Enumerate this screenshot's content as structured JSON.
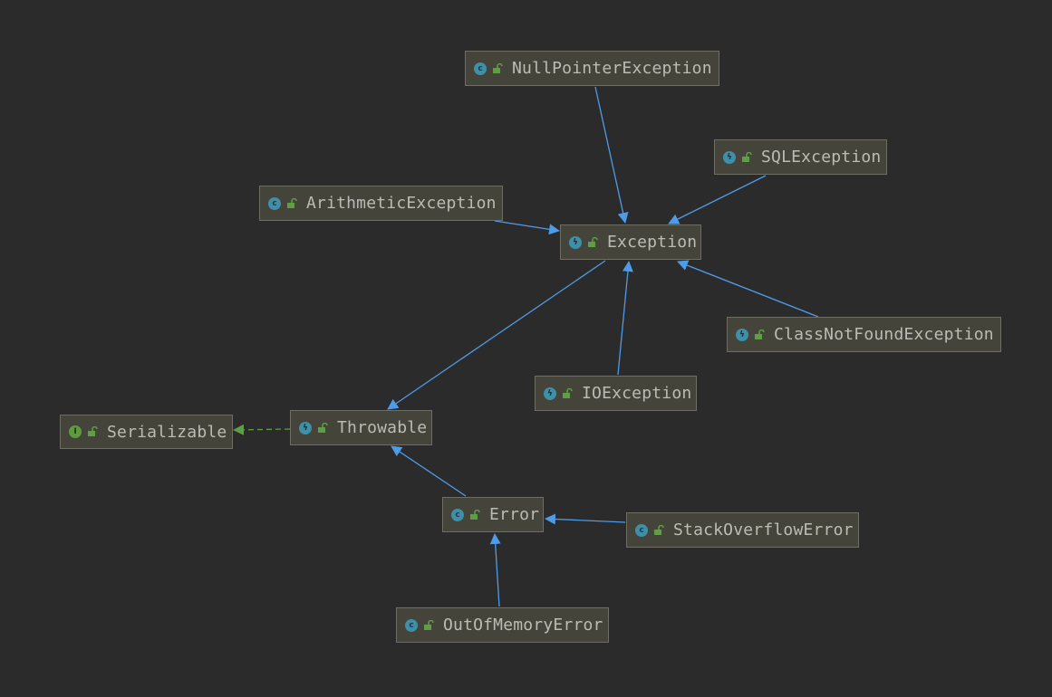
{
  "diagram": {
    "nodes": [
      {
        "id": "npe",
        "label": "NullPointerException",
        "kind": "class",
        "icon": "class-icon"
      },
      {
        "id": "sql",
        "label": "SQLException",
        "kind": "exception",
        "icon": "exception-class-icon"
      },
      {
        "id": "arith",
        "label": "ArithmeticException",
        "kind": "class",
        "icon": "class-icon"
      },
      {
        "id": "exception",
        "label": "Exception",
        "kind": "exception",
        "icon": "exception-class-icon"
      },
      {
        "id": "cnf",
        "label": "ClassNotFoundException",
        "kind": "exception",
        "icon": "exception-class-icon"
      },
      {
        "id": "io",
        "label": "IOException",
        "kind": "exception",
        "icon": "exception-class-icon"
      },
      {
        "id": "serializable",
        "label": "Serializable",
        "kind": "interface",
        "icon": "interface-icon"
      },
      {
        "id": "throwable",
        "label": "Throwable",
        "kind": "exception",
        "icon": "exception-class-icon"
      },
      {
        "id": "error",
        "label": "Error",
        "kind": "class",
        "icon": "class-icon"
      },
      {
        "id": "soe",
        "label": "StackOverflowError",
        "kind": "class",
        "icon": "class-icon"
      },
      {
        "id": "oom",
        "label": "OutOfMemoryError",
        "kind": "class",
        "icon": "class-icon"
      }
    ],
    "edges": [
      {
        "from": "npe",
        "to": "exception",
        "type": "extends"
      },
      {
        "from": "sql",
        "to": "exception",
        "type": "extends"
      },
      {
        "from": "arith",
        "to": "exception",
        "type": "extends"
      },
      {
        "from": "cnf",
        "to": "exception",
        "type": "extends"
      },
      {
        "from": "io",
        "to": "exception",
        "type": "extends"
      },
      {
        "from": "exception",
        "to": "throwable",
        "type": "extends"
      },
      {
        "from": "throwable",
        "to": "serializable",
        "type": "implements"
      },
      {
        "from": "error",
        "to": "throwable",
        "type": "extends"
      },
      {
        "from": "soe",
        "to": "error",
        "type": "extends"
      },
      {
        "from": "oom",
        "to": "error",
        "type": "extends"
      }
    ],
    "colors": {
      "background": "#2b2b2b",
      "extends_edge": "#4e9be8",
      "implements_edge": "#5f9e44",
      "node_fill": "#45443a",
      "node_border": "#6f6e64",
      "node_text": "#bbbcb6"
    }
  }
}
